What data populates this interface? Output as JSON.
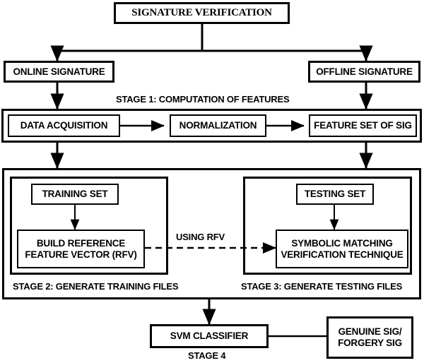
{
  "diagram": {
    "title": "SIGNATURE VERIFICATION",
    "root": {
      "label": "SIGNATURE VERIFICATION"
    },
    "branches": [
      {
        "label": "ONLINE SIGNATURE"
      },
      {
        "label": "OFFLINE SIGNATURE"
      }
    ],
    "stage1": {
      "caption": "STAGE 1: COMPUTATION OF FEATURES",
      "nodes": [
        {
          "label": "DATA ACQUISITION"
        },
        {
          "label": "NORMALIZATION"
        },
        {
          "label": "FEATURE SET OF SIG"
        }
      ]
    },
    "stage2": {
      "caption": "STAGE 2: GENERATE TRAINING FILES",
      "nodes": [
        {
          "label": "TRAINING SET"
        },
        {
          "line1": "BUILD REFERENCE",
          "line2": "FEATURE VECTOR (RFV)"
        }
      ]
    },
    "stage3": {
      "caption": "STAGE 3: GENERATE TESTING FILES",
      "nodes": [
        {
          "label": "TESTING SET"
        },
        {
          "line1": "SYMBOLIC MATCHING",
          "line2": "VERIFICATION TECHNIQUE"
        }
      ]
    },
    "link_label": "USING RFV",
    "stage4": {
      "caption": "STAGE 4",
      "classifier": {
        "label": "SVM CLASSIFIER"
      },
      "result": {
        "line1": "GENUINE SIG/",
        "line2": "FORGERY SIG"
      }
    },
    "colors": {
      "stroke": "#000000",
      "fill": "#ffffff",
      "text": "#000000"
    }
  }
}
